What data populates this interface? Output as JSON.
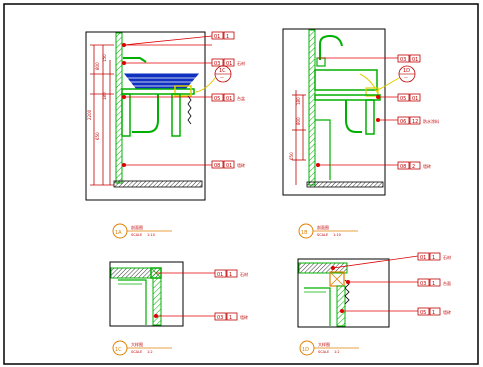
{
  "sheet": {
    "border_color": "#000000",
    "colors": {
      "frame": "#000000",
      "structure": "#00b000",
      "leader": "#e00000",
      "label": "#c00000",
      "title": "#e08000",
      "basin": "#1030c0",
      "accent": "#e0d000"
    }
  },
  "details": [
    {
      "id": "A",
      "callouts": [
        {
          "code": "01",
          "qty": "1",
          "note": ""
        },
        {
          "code": "03",
          "qty": "01",
          "note": "石材"
        },
        {
          "code": "05",
          "qty": "01",
          "note": "台盆"
        },
        {
          "code": "08",
          "qty": "01",
          "note": "墙砖"
        }
      ],
      "marker": {
        "num": "1C",
        "ref": "—"
      },
      "dims": [
        "150",
        "800",
        "650",
        "180",
        "2200"
      ],
      "title_block": {
        "number": "1A",
        "name": "剖面图",
        "scale_label": "SCALE",
        "scale_value": "1:10"
      }
    },
    {
      "id": "B",
      "callouts": [
        {
          "code": "03",
          "qty": "01",
          "note": ""
        },
        {
          "code": "05",
          "qty": "01",
          "note": ""
        },
        {
          "code": "06",
          "qty": "12",
          "note": "防水涂料"
        },
        {
          "code": "08",
          "qty": "2",
          "note": "墙砖"
        }
      ],
      "marker": {
        "num": "1D",
        "ref": "—"
      },
      "dims": [
        "800",
        "180",
        "650"
      ],
      "title_block": {
        "number": "1B",
        "name": "剖面图",
        "scale_label": "SCALE",
        "scale_value": "1:10"
      }
    },
    {
      "id": "C",
      "callouts": [
        {
          "code": "01",
          "qty": "1",
          "note": "石材"
        },
        {
          "code": "03",
          "qty": "1",
          "note": "墙砖"
        }
      ],
      "title_block": {
        "number": "1C",
        "name": "大样图",
        "scale_label": "SCALE",
        "scale_value": "1:2"
      }
    },
    {
      "id": "D",
      "callouts": [
        {
          "code": "01",
          "qty": "1",
          "note": "石材"
        },
        {
          "code": "03",
          "qty": "1",
          "note": "台面"
        },
        {
          "code": "05",
          "qty": "1",
          "note": "墙砖"
        }
      ],
      "title_block": {
        "number": "1D",
        "name": "大样图",
        "scale_label": "SCALE",
        "scale_value": "1:2"
      }
    }
  ]
}
